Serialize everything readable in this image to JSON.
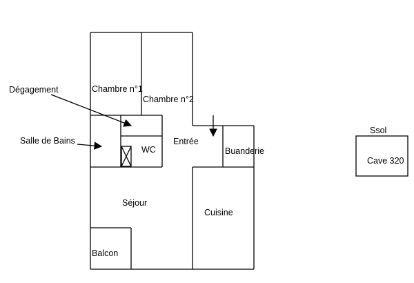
{
  "rooms": {
    "chambre1": "Chambre n°1",
    "chambre2": "Chambre n°2",
    "entree": "Entrée",
    "buanderie": "Buanderie",
    "wc": "WC",
    "sejour": "Séjour",
    "cuisine": "Cuisine",
    "balcon": "Balcon",
    "cave": "Cave 320"
  },
  "callouts": {
    "degagement": "Dégagement",
    "salle_de_bains": "Salle de Bains"
  },
  "level_label": "Ssol"
}
